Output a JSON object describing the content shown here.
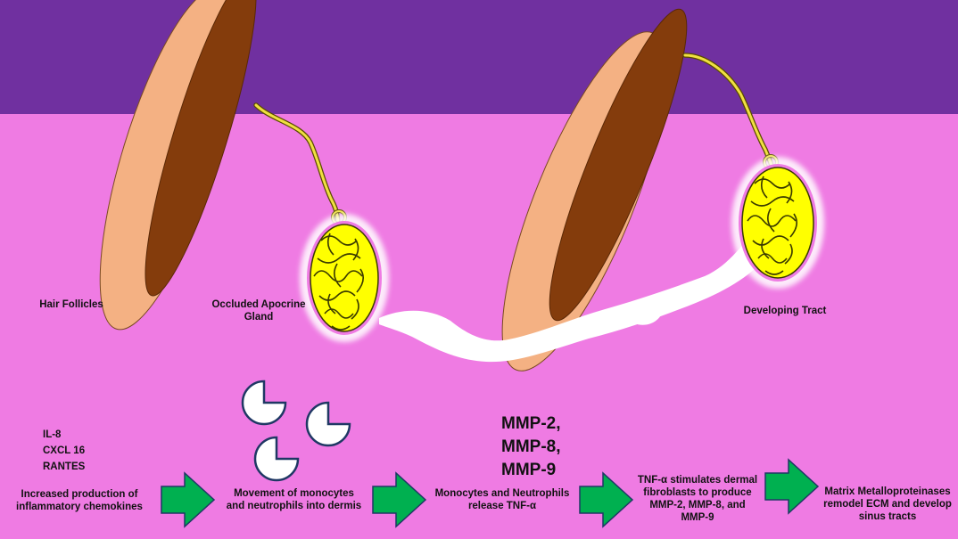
{
  "colors": {
    "epidermis": "#7030a0",
    "dermis": "#ef7be3",
    "follicle_outer": "#f4b183",
    "hair_shaft": "#843c0c",
    "gland": "#ffff00",
    "duct": "#e8d84a",
    "tract": "#ffffff",
    "arrow": "#00b050",
    "cell": "#ffffff"
  },
  "labels": {
    "hair_follicles": "Hair Follicles",
    "occluded_gland": "Occluded Apocrine Gland",
    "developing_tract": "Developing Tract"
  },
  "chemokines": [
    "IL-8",
    "CXCL 16",
    "RANTES"
  ],
  "mmp_list": [
    "MMP-2,",
    "MMP-8,",
    "MMP-9"
  ],
  "steps": [
    "Increased production of inflammatory chemokines",
    "Movement of monocytes and neutrophils into dermis",
    "Monocytes and Neutrophils release TNF-α",
    "TNF-α stimulates dermal fibroblasts to produce MMP-2, MMP-8, and MMP-9",
    "Matrix Metalloproteinases remodel ECM and develop sinus tracts"
  ]
}
